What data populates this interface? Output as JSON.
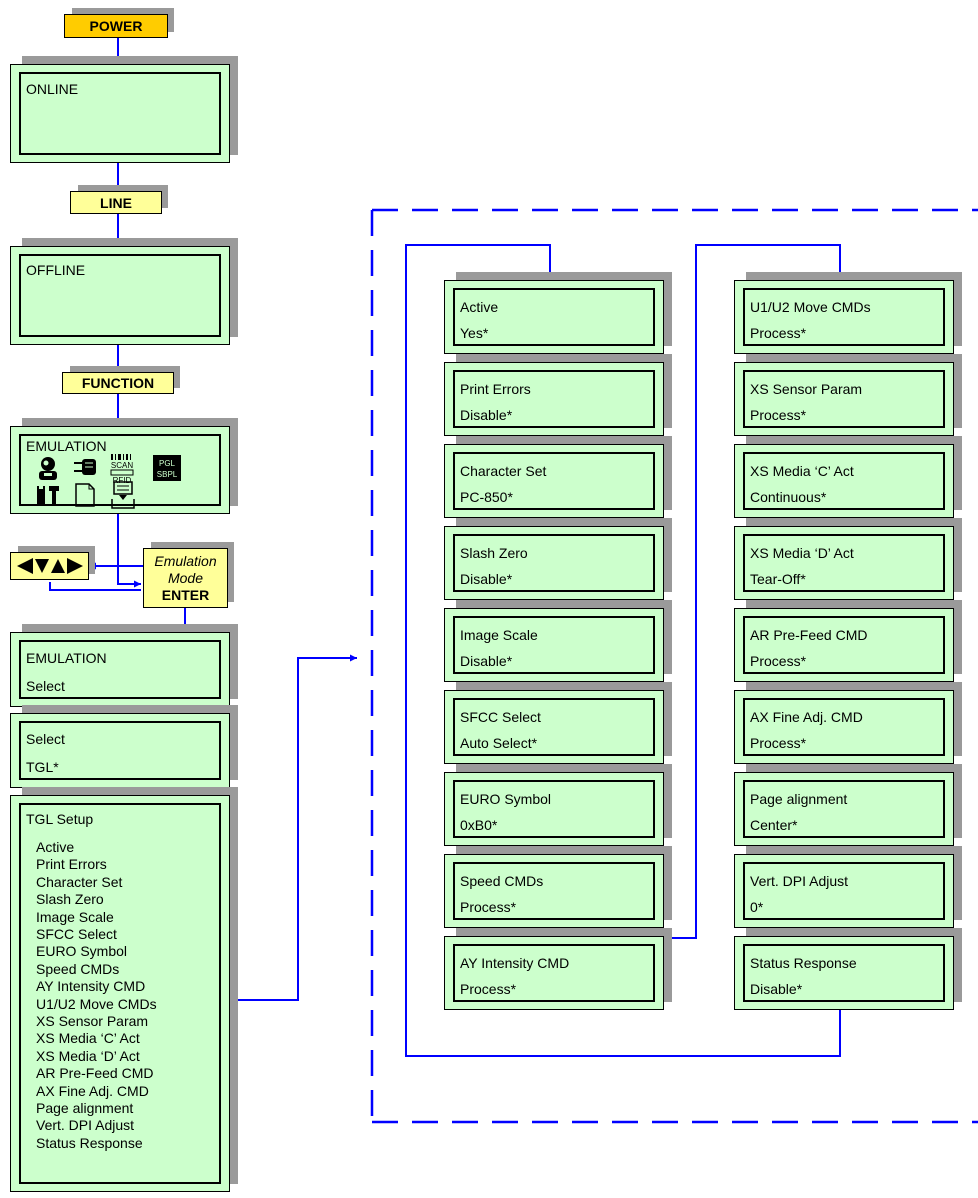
{
  "keys": {
    "power": "POWER",
    "line": "LINE",
    "function": "FUNCTION",
    "enter_line1": "Emulation",
    "enter_line2": "Mode",
    "enter_line3": "ENTER"
  },
  "screens": {
    "online": "ONLINE",
    "offline": "OFFLINE",
    "emulation_menu": "EMULATION",
    "icon_labels": [
      "SCAN",
      "RFID",
      "PGL",
      "SBPL"
    ],
    "emulation_select": [
      "EMULATION",
      "Select"
    ],
    "select_tgl": [
      "Select",
      "TGL*"
    ],
    "tgl_setup_title": "TGL Setup",
    "tgl_setup_items": [
      "Active",
      "Print Errors",
      "Character Set",
      "Slash Zero",
      "Image Scale",
      "SFCC Select",
      "EURO Symbol",
      "Speed CMDs",
      "AY Intensity CMD",
      "U1/U2 Move CMDs",
      "XS Sensor Param",
      "XS Media ‘C’ Act",
      "XS Media ‘D’ Act",
      "AR Pre-Feed CMD",
      "AX Fine Adj. CMD",
      "Page alignment",
      "Vert. DPI Adjust",
      "Status Response"
    ]
  },
  "settings_col1": [
    {
      "name": "Active",
      "value": "Yes*"
    },
    {
      "name": "Print Errors",
      "value": "Disable*"
    },
    {
      "name": "Character Set",
      "value": "PC-850*"
    },
    {
      "name": "Slash Zero",
      "value": "Disable*"
    },
    {
      "name": "Image Scale",
      "value": "Disable*"
    },
    {
      "name": "SFCC Select",
      "value": "Auto Select*"
    },
    {
      "name": "EURO Symbol",
      "value": "0xB0*"
    },
    {
      "name": "Speed CMDs",
      "value": "Process*"
    },
    {
      "name": "AY Intensity CMD",
      "value": "Process*"
    }
  ],
  "settings_col2": [
    {
      "name": "U1/U2 Move CMDs",
      "value": "Process*"
    },
    {
      "name": "XS Sensor Param",
      "value": "Process*"
    },
    {
      "name": "XS Media ‘C’ Act",
      "value": "Continuous*"
    },
    {
      "name": "XS Media ‘D’ Act",
      "value": "Tear-Off*"
    },
    {
      "name": "AR Pre-Feed CMD",
      "value": "Process*"
    },
    {
      "name": "AX Fine Adj. CMD",
      "value": "Process*"
    },
    {
      "name": "Page alignment",
      "value": "Center*"
    },
    {
      "name": "Vert. DPI Adjust",
      "value": "0*"
    },
    {
      "name": "Status Response",
      "value": "Disable*"
    }
  ],
  "colors": {
    "screen_fill": "#ccffcc",
    "key_fill": "#ffff99",
    "power_key_fill": "#ffcc00",
    "connector": "#0000ff",
    "shadow": "#9a9a9a"
  }
}
